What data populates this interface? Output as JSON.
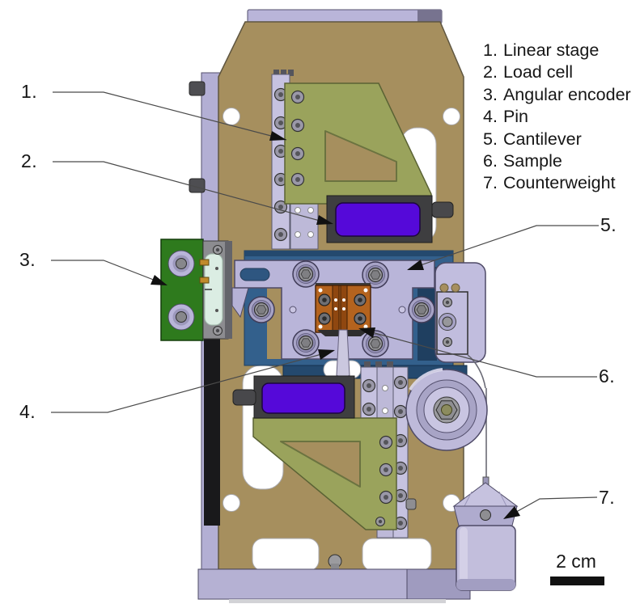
{
  "figure": {
    "parts": [
      {
        "num_label": "1.",
        "name": "Linear stage"
      },
      {
        "num_label": "2.",
        "name": "Load cell"
      },
      {
        "num_label": "3.",
        "name": "Angular encoder"
      },
      {
        "num_label": "4.",
        "name": "Pin"
      },
      {
        "num_label": "5.",
        "name": "Cantilever"
      },
      {
        "num_label": "6.",
        "name": "Sample"
      },
      {
        "num_label": "7.",
        "name": "Counterweight"
      }
    ],
    "scale_bar": {
      "label": "2 cm"
    },
    "colors": {
      "plate_tan": "#A68F5E",
      "metal_lavender": "#B9B5D9",
      "bracket_olive": "#9AA35C",
      "clamp_blue": "#33608C",
      "load_cell_violet": "#5509D9",
      "pcb_green": "#2E7A1D",
      "sample_copper": "#B4631E",
      "housing_gray": "#3E3E40",
      "ink": "#1A1A1A"
    }
  }
}
